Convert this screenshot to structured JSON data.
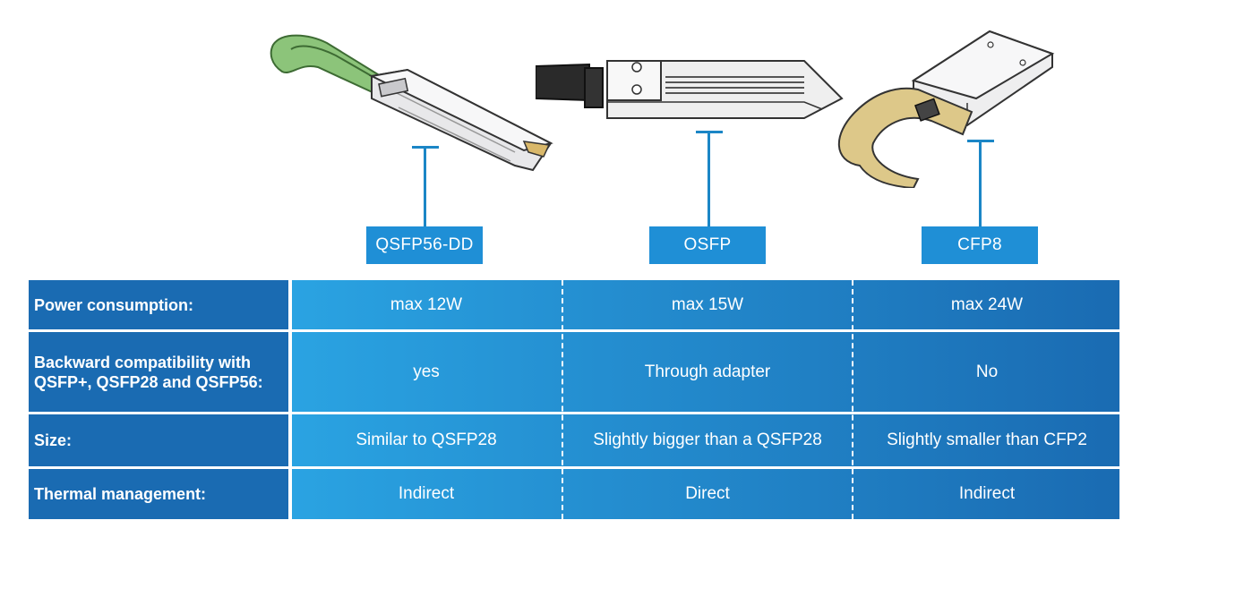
{
  "colors": {
    "label_bg": "#1f8fd6",
    "header_bg": "#1a6bb2",
    "band_left": "#2aa3e2",
    "band_right": "#1a6bb2",
    "connector": "#1b86c6"
  },
  "modules": [
    {
      "name": "QSFP56-DD",
      "icon": "qsfp56-dd-module-icon"
    },
    {
      "name": "OSFP",
      "icon": "osfp-module-icon"
    },
    {
      "name": "CFP8",
      "icon": "cfp8-module-icon"
    }
  ],
  "table": {
    "rows": [
      {
        "header": "Power consumption:",
        "values": [
          "max 12W",
          "max 15W",
          "max 24W"
        ]
      },
      {
        "header": "Backward compatibility with QSFP+, QSFP28 and QSFP56:",
        "values": [
          "yes",
          "Through adapter",
          "No"
        ]
      },
      {
        "header": "Size:",
        "values": [
          "Similar to QSFP28",
          "Slightly bigger than a QSFP28",
          "Slightly smaller than CFP2"
        ]
      },
      {
        "header": "Thermal management:",
        "values": [
          "Indirect",
          "Direct",
          "Indirect"
        ]
      }
    ]
  }
}
